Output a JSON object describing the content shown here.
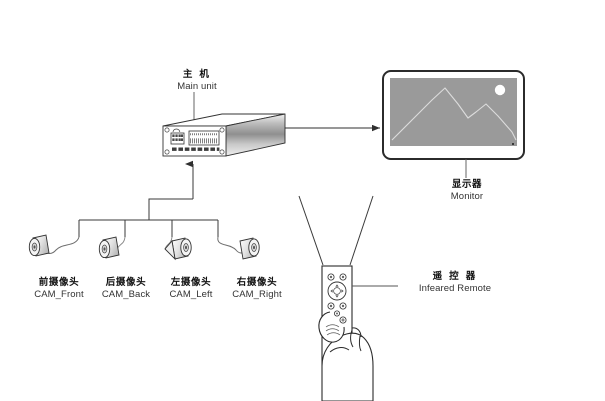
{
  "diagram": {
    "title_cn": "主 机",
    "background_color": "#ffffff",
    "line_color": "#3a3a3a",
    "components": {
      "main_unit": {
        "name_cn": "主 机",
        "name_en": "Main unit",
        "icon": "dvr-box-icon"
      },
      "monitor": {
        "name_cn": "显示器",
        "name_en": "Monitor",
        "icon": "monitor-icon",
        "screen_color": "#9a9a9a",
        "bezel_color": "#e8e8e8",
        "screen_art": "landscape-mountains-with-sun"
      },
      "remote": {
        "name_cn": "遥 控 器",
        "name_en": "Infeared Remote",
        "icon": "remote-control-icon",
        "held_by": "hand-icon"
      }
    },
    "cameras": [
      {
        "name_cn": "前摄像头",
        "name_en": "CAM_Front",
        "icon": "camera-icon"
      },
      {
        "name_cn": "后摄像头",
        "name_en": "CAM_Back",
        "icon": "camera-icon"
      },
      {
        "name_cn": "左摄像头",
        "name_en": "CAM_Left",
        "icon": "camera-icon"
      },
      {
        "name_cn": "右摄像头",
        "name_en": "CAM_Right",
        "icon": "camera-icon"
      }
    ],
    "connections": [
      {
        "from": "main_unit",
        "to": "monitor",
        "style": "arrow-right"
      },
      {
        "from": "cameras",
        "to": "main_unit",
        "style": "arrow-up-bus"
      },
      {
        "from": "remote",
        "to": "monitor",
        "style": "ir-beam-v"
      }
    ]
  }
}
